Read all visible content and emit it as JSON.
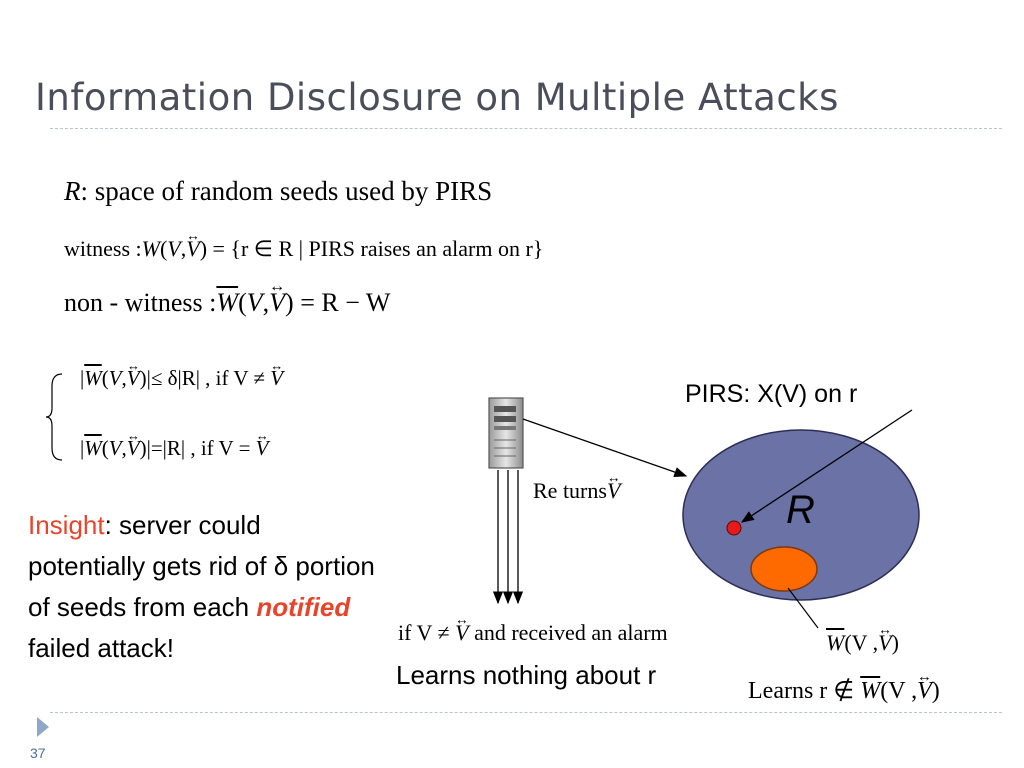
{
  "slide": {
    "title": "Information Disclosure on Multiple Attacks",
    "page_number": "37"
  },
  "formulas": {
    "line1": {
      "var": "R",
      "text": ": space of random seeds used by PIRS"
    },
    "line2": {
      "prefix": "witness :",
      "w": "W",
      "open": "(",
      "v": "V",
      "comma": ",",
      "vv": "V",
      "close": ")",
      "rest": "= {r ∈ R | PIRS raises an alarm on r}"
    },
    "line3": {
      "prefix": "non - witness :",
      "w": "W",
      "open": "(",
      "v": "V",
      "comma": ",",
      "vv": "V",
      "close": ")",
      "rest": "= R − W"
    },
    "case1": {
      "pre": "|",
      "w": "W",
      "open": "(",
      "v": "V",
      "comma": ",",
      "vv": "V",
      "close": ")",
      "mid": "|≤ δ|R| , if  V ≠",
      "vv2": "V"
    },
    "case2": {
      "pre": "|",
      "w": "W",
      "open": "(",
      "v": "V",
      "comma": ",",
      "vv": "V",
      "close": ")",
      "mid": "|=|R| , if  V =",
      "vv2": "V"
    }
  },
  "insight": {
    "label": "Insight",
    "text1": ": server could potentially gets rid of δ portion of seeds from each ",
    "emph": "notified",
    "text2": " failed attack!"
  },
  "diagram": {
    "pirs_label": "PIRS: X(V) on r",
    "set_label": "R",
    "returns_label": "Re turns",
    "returns_var": "V",
    "if_prefix": "if V ≠",
    "if_var": "V",
    "if_suffix": "and received an alarm",
    "learns_nothing": "Learns nothing about r",
    "subset_w": "W",
    "subset_open": "(V ,",
    "subset_var": "V",
    "subset_close": ")",
    "learns_prefix": "Learns r ∉",
    "learns_w": "W",
    "learns_open": "(V ,",
    "learns_var": "V",
    "learns_close": ")",
    "colors": {
      "set_fill": "#6a72a6",
      "subset_fill": "#ff6a00",
      "point_fill": "#e41b1b"
    }
  },
  "icons": [
    "server-icon",
    "bullet-triangle-icon"
  ]
}
